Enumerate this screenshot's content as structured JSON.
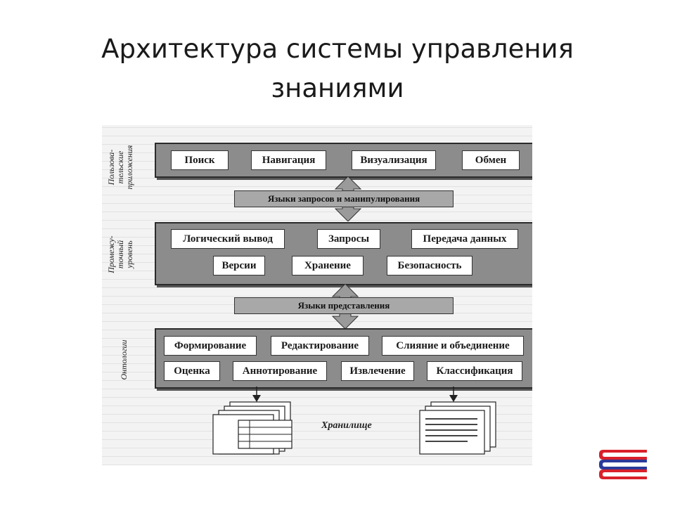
{
  "title": {
    "line1": "Архитектура системы управления",
    "line2": "знаниями"
  },
  "diagram": {
    "layers": [
      {
        "side_label": [
          "Пользова-",
          "тельские",
          "приложения"
        ],
        "boxes": [
          "Поиск",
          "Навигация",
          "Визуализация",
          "Обмен"
        ]
      },
      {
        "side_label": [
          "Промежу-",
          "точный",
          "уровень"
        ],
        "boxes": [
          "Логический вывод",
          "Запросы",
          "Передача данных",
          "Версии",
          "Хранение",
          "Безопасность"
        ]
      },
      {
        "side_label": [
          "Онтологии"
        ],
        "boxes": [
          "Формирование",
          "Редактирование",
          "Слияние и объединение",
          "Оценка",
          "Аннотирование",
          "Извлечение",
          "Классификация"
        ]
      }
    ],
    "connectors": [
      "Языки запросов и манипулирования",
      "Языки представления"
    ],
    "storage_label": "Хранилище"
  },
  "logo_icon": "stacked-books-logo",
  "colors": {
    "logo_red": "#d9202a",
    "logo_blue": "#2b3a9a"
  }
}
